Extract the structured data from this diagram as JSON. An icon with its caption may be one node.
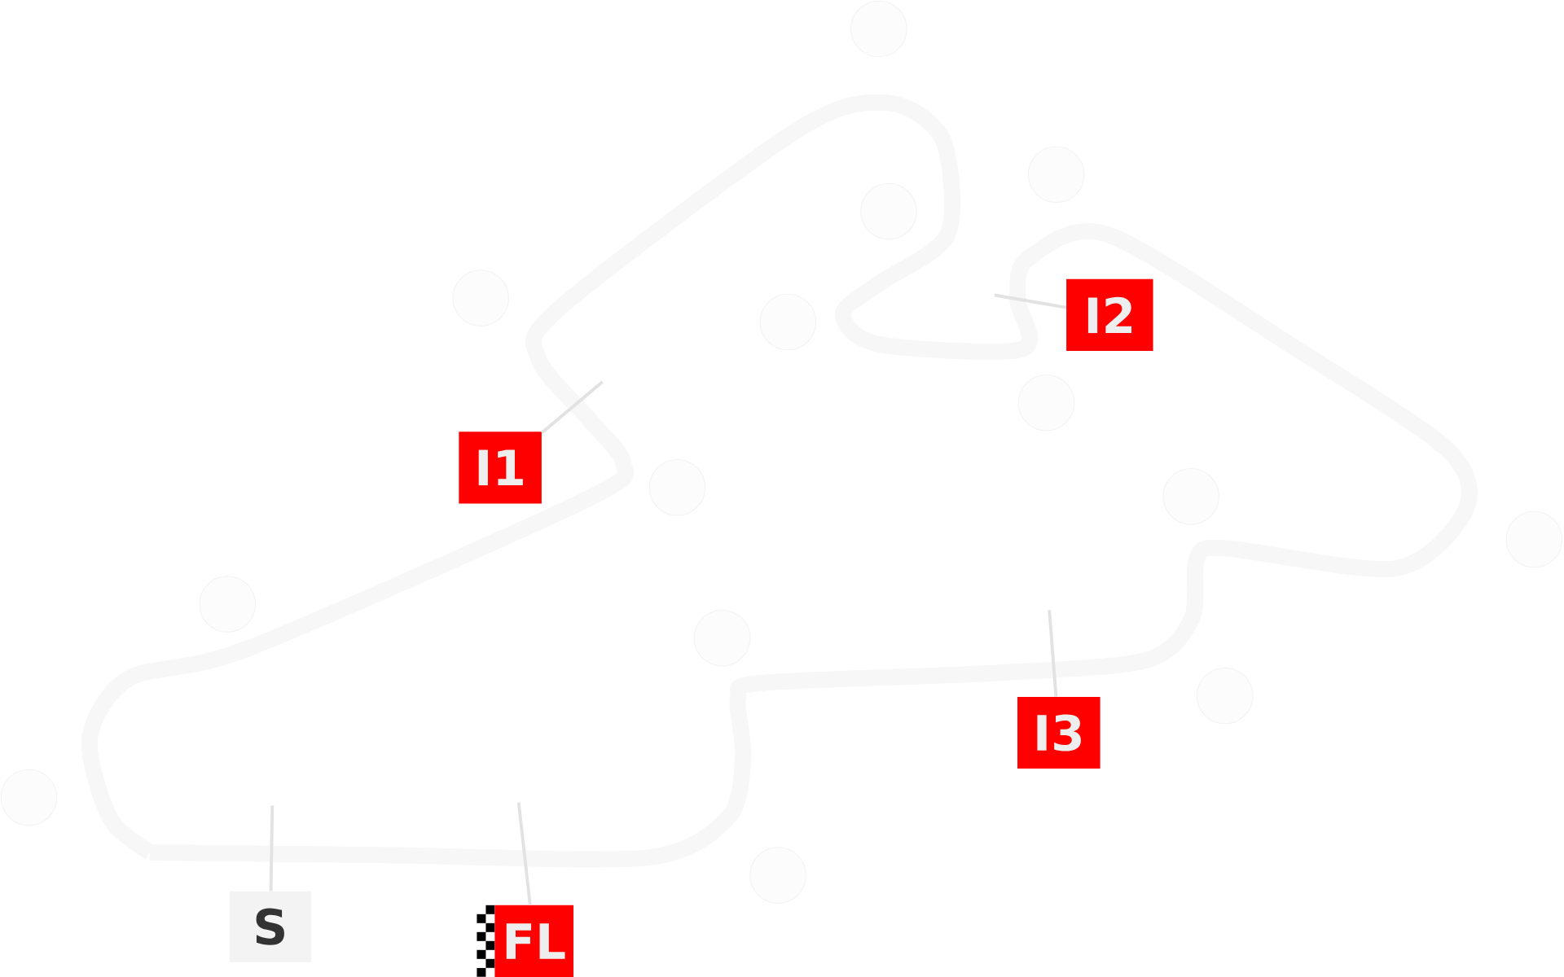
{
  "diagram": {
    "nodes": [
      {
        "text": [
          "I1"
        ]
      },
      {
        "text": [
          "I2"
        ]
      },
      {
        "text": [
          "I3"
        ]
      },
      {
        "text": [
          "S"
        ]
      },
      {
        "text": [
          "FL"
        ]
      }
    ],
    "edges": [
      {
        "from": 0,
        "to": null,
        "arrow": "none"
      },
      {
        "from": 1,
        "to": null,
        "arrow": "none"
      },
      {
        "from": 2,
        "to": null,
        "arrow": "none"
      },
      {
        "from": 3,
        "to": null,
        "arrow": "none"
      },
      {
        "from": 4,
        "to": null,
        "arrow": "none"
      }
    ]
  }
}
